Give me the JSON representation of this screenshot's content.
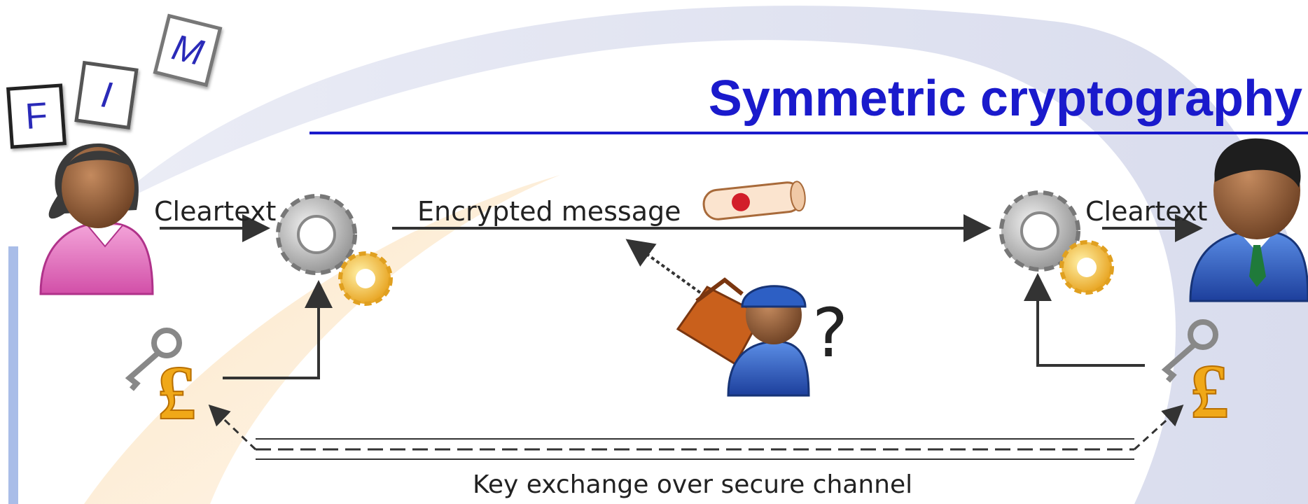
{
  "slide": {
    "title": "Symmetric cryptography",
    "logo_letters": [
      "F",
      "I",
      "M"
    ],
    "labels": {
      "cleartext_left": "Cleartext",
      "encrypted_message": "Encrypted message",
      "cleartext_right": "Cleartext",
      "unknown_mark": "?",
      "key_exchange": "Key exchange over secure channel"
    },
    "actors": {
      "sender_icon": "woman-avatar-icon",
      "receiver_icon": "man-avatar-icon",
      "eavesdropper_icon": "worker-with-toolbox-icon",
      "encrypt_gear_icon": "gears-icon",
      "decrypt_gear_icon": "gears-icon",
      "key_icon": "key-with-pound-tag-icon",
      "message_icon": "sealed-scroll-icon"
    },
    "colors": {
      "title": "#1a1acc",
      "accent_bar": "#a9bde8",
      "sender_shirt": "#e87bc8",
      "receiver_suit": "#2a5fc4",
      "gold": "#f0b020"
    }
  }
}
